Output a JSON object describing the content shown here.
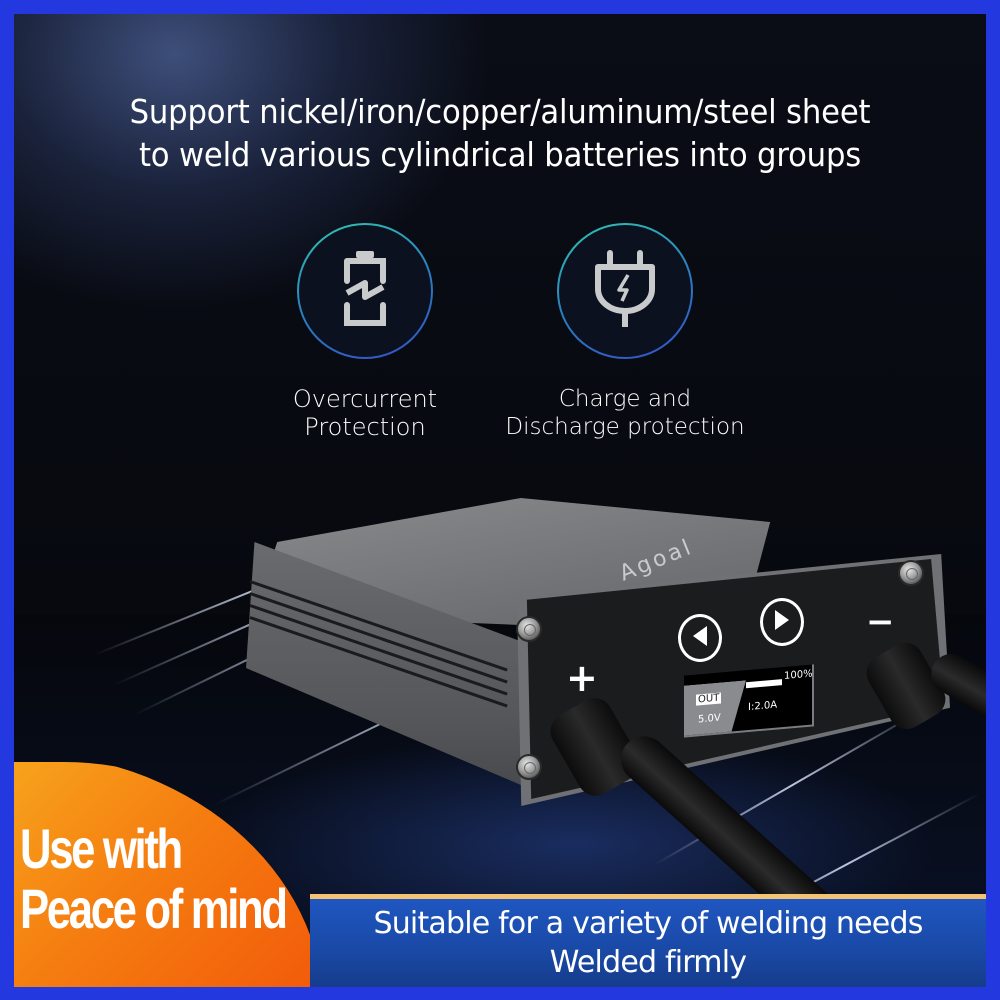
{
  "headline": {
    "line1": "Support nickel/iron/copper/aluminum/steel sheet",
    "line2": "to weld various cylindrical batteries into groups"
  },
  "features": [
    {
      "icon": "battery-bolt-icon",
      "label_line1": "Overcurrent",
      "label_line2": "Protection"
    },
    {
      "icon": "plug-bolt-icon",
      "label_line1": "Charge and",
      "label_line2": "Discharge protection"
    }
  ],
  "device": {
    "brand": "Agoal",
    "positive_label": "+",
    "negative_label": "−",
    "nav_buttons": [
      "previous",
      "next"
    ],
    "display": {
      "mode_tag": "OUT",
      "voltage": "5.0V",
      "current": "I:2.0A",
      "battery_percent": "100%"
    }
  },
  "badge": {
    "line1": "Use with",
    "line2": "Peace of mind"
  },
  "banner": {
    "line1": "Suitable for a variety of welding needs",
    "line2": "Welded firmly"
  },
  "colors": {
    "frame_blue": "#2438e0",
    "ring_teal": "#2fc7b0",
    "ring_blue": "#3550c8",
    "badge_orange_light": "#f7a21c",
    "badge_orange_dark": "#f25a0a",
    "ribbon_blue": "#1a4aa8",
    "ribbon_gold_rule": "#f3c272"
  }
}
